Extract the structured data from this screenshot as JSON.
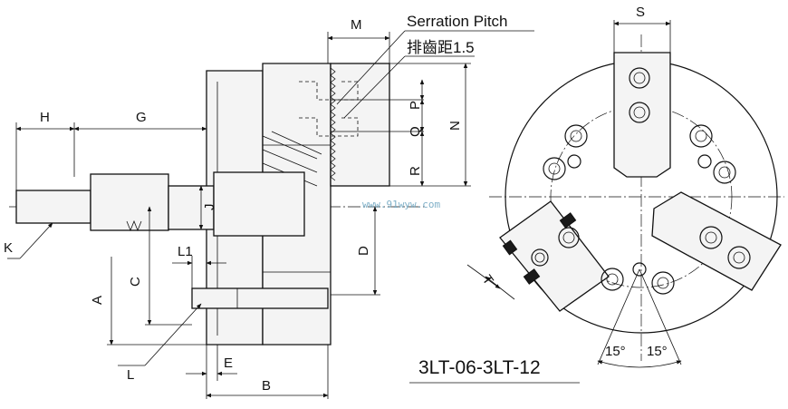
{
  "labels": {
    "serration_pitch_en": "Serration Pitch",
    "serration_pitch_cn": "排齒距1.5",
    "model": "3LT-06-3LT-12",
    "watermark": "www.91wyw.com",
    "angle_left": "15°",
    "angle_right": "15°"
  },
  "dimensions": {
    "m": "M",
    "h": "H",
    "g": "G",
    "k": "K",
    "p": "P",
    "q": "Q",
    "r": "R",
    "n": "N",
    "j": "J",
    "d": "D",
    "l1": "L1",
    "c": "C",
    "a": "A",
    "l": "L",
    "e": "E",
    "b": "B",
    "s": "S",
    "t": "T"
  }
}
